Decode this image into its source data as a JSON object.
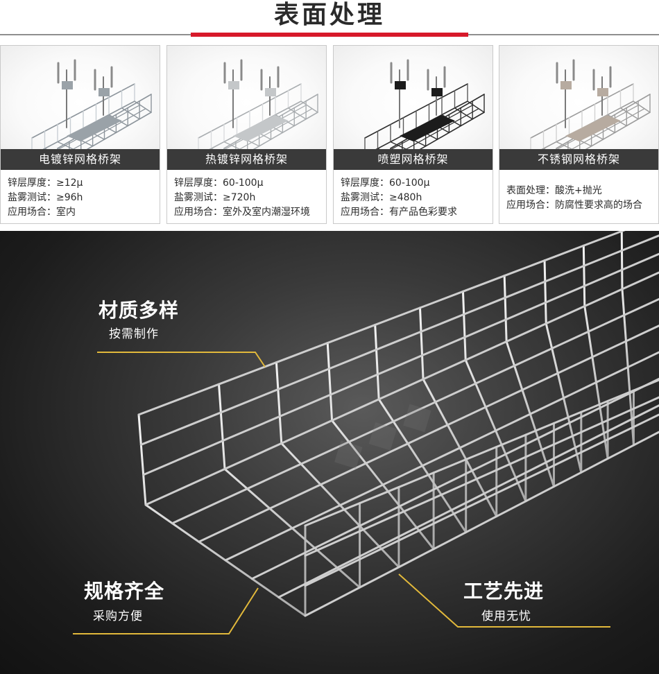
{
  "header": {
    "title": "表面处理"
  },
  "cards": [
    {
      "name": "电镀锌网格桥架",
      "finish": "electro-galvanized",
      "specs": [
        "锌层厚度：≥12μ",
        "盐雾测试：≥96h",
        "应用场合：室内"
      ]
    },
    {
      "name": "热镀锌网格桥架",
      "finish": "hot-dip-galvanized",
      "specs": [
        "锌层厚度：60-100μ",
        "盐雾测试：≥720h",
        "应用场合：室外及室内潮湿环境"
      ]
    },
    {
      "name": "喷塑网格桥架",
      "finish": "black-powder-coated",
      "specs": [
        "锌层厚度：60-100μ",
        "盐雾测试：≥480h",
        "应用场合：有产品色彩要求"
      ]
    },
    {
      "name": "不锈钢网格桥架",
      "finish": "stainless-steel",
      "specs": [
        "表面处理：酸洗+抛光",
        "应用场合：防腐性要求高的场合"
      ]
    }
  ],
  "features": [
    {
      "title": "材质多样",
      "subtitle": "按需制作"
    },
    {
      "title": "规格齐全",
      "subtitle": "采购方便"
    },
    {
      "title": "工艺先进",
      "subtitle": "使用无忧"
    }
  ],
  "colors": {
    "accent_red": "#d7192a",
    "callout_line": "#e2b93b",
    "card_label_bg": "#3a3a3a",
    "hero_bg": "#1c1c1c"
  }
}
